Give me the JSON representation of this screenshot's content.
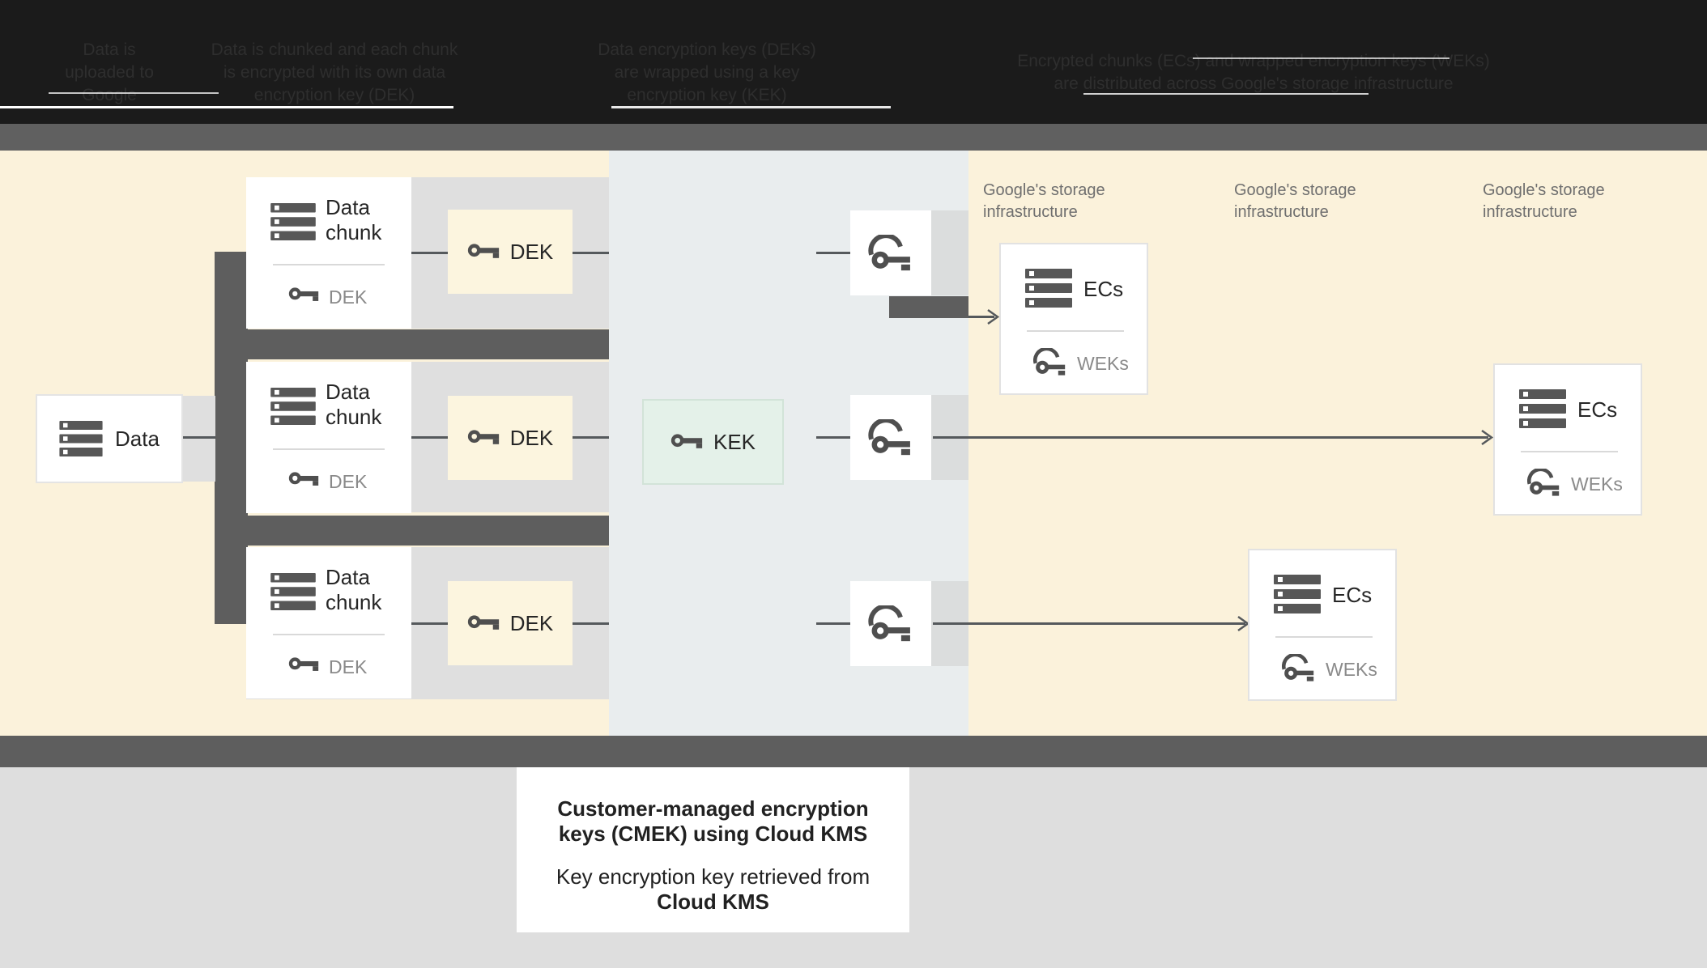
{
  "banner": {
    "steps": [
      "Data is uploaded to Google",
      "Data is chunked and each chunk is encrypted with its own data encryption key (DEK)",
      "Data encryption keys (DEKs) are wrapped using a key encryption key (KEK)",
      "Encrypted chunks (ECs) and wrapped encryption keys (WEKs) are distributed across Google's storage infrastructure"
    ]
  },
  "diagram": {
    "data_box": {
      "label": "Data"
    },
    "chunks": [
      {
        "title": "Data chunk",
        "key_label": "DEK"
      },
      {
        "title": "Data chunk",
        "key_label": "DEK"
      },
      {
        "title": "Data chunk",
        "key_label": "DEK"
      }
    ],
    "dek_boxes": [
      {
        "label": "DEK"
      },
      {
        "label": "DEK"
      },
      {
        "label": "DEK"
      }
    ],
    "kek_box": {
      "label": "KEK"
    },
    "storage_labels": [
      "Google's storage infrastructure",
      "Google's storage infrastructure",
      "Google's storage infrastructure"
    ],
    "ec_boxes": [
      {
        "title": "ECs",
        "key_label": "WEKs"
      },
      {
        "title": "ECs",
        "key_label": "WEKs"
      },
      {
        "title": "ECs",
        "key_label": "WEKs"
      }
    ]
  },
  "caption": {
    "title": "Customer-managed encryption keys (CMEK) using Cloud KMS",
    "subtitle_regular": "Key encryption key retrieved from",
    "subtitle_bold": "Cloud KMS"
  },
  "icons": {
    "storage": "storage-icon",
    "key": "key-icon",
    "wrapped_key": "wrapped-key-icon"
  },
  "colors": {
    "banner_bg": "#1B1B1B",
    "band_dark": "#5E5E5E",
    "cream": "#FBF2DB",
    "dek_fill": "#FCF5DF",
    "kms_column": "#E9EDEE",
    "kek_mint": "#E4F1E9",
    "row_band": "#DFDFDF",
    "line": "#55595C"
  }
}
